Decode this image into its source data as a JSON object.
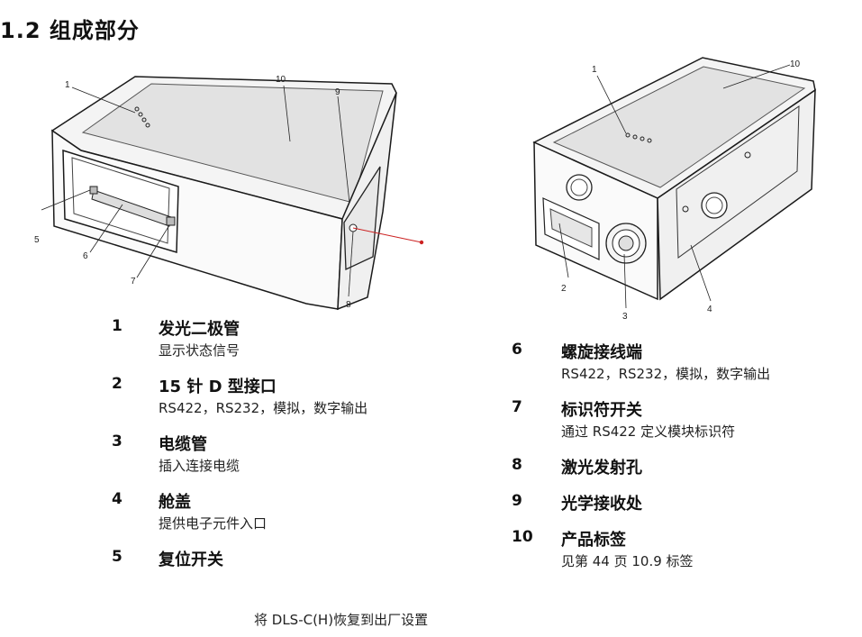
{
  "heading": "1.2  组成部分",
  "figure_left": {
    "callouts": [
      "1",
      "10",
      "9",
      "5",
      "6",
      "7",
      "8"
    ]
  },
  "figure_right": {
    "callouts": [
      "1",
      "10",
      "2",
      "3",
      "4"
    ]
  },
  "left_items": [
    {
      "num": "1",
      "title": "发光二极管",
      "desc": "显示状态信号"
    },
    {
      "num": "2",
      "title": "15 针 D 型接口",
      "desc": "RS422，RS232，模拟，数字输出"
    },
    {
      "num": "3",
      "title": "电缆管",
      "desc": "插入连接电缆"
    },
    {
      "num": "4",
      "title": "舱盖",
      "desc": "提供电子元件入口"
    },
    {
      "num": "5",
      "title": "复位开关",
      "desc": ""
    }
  ],
  "right_items": [
    {
      "num": "6",
      "title": "螺旋接线端",
      "desc": "RS422，RS232，模拟，数字输出"
    },
    {
      "num": "7",
      "title": "标识符开关",
      "desc": "通过 RS422 定义模块标识符"
    },
    {
      "num": "8",
      "title": "激光发射孔",
      "desc": ""
    },
    {
      "num": "9",
      "title": "光学接收处",
      "desc": ""
    },
    {
      "num": "10",
      "title": "产品标签",
      "desc": "见第 44 页 10.9 标签"
    }
  ],
  "footnote": "将 DLS-C(H)恢复到出厂设置",
  "colors": {
    "laser": "#cc2222",
    "label_fill": "#e2e2e2",
    "body_stroke": "#1a1a1a"
  }
}
